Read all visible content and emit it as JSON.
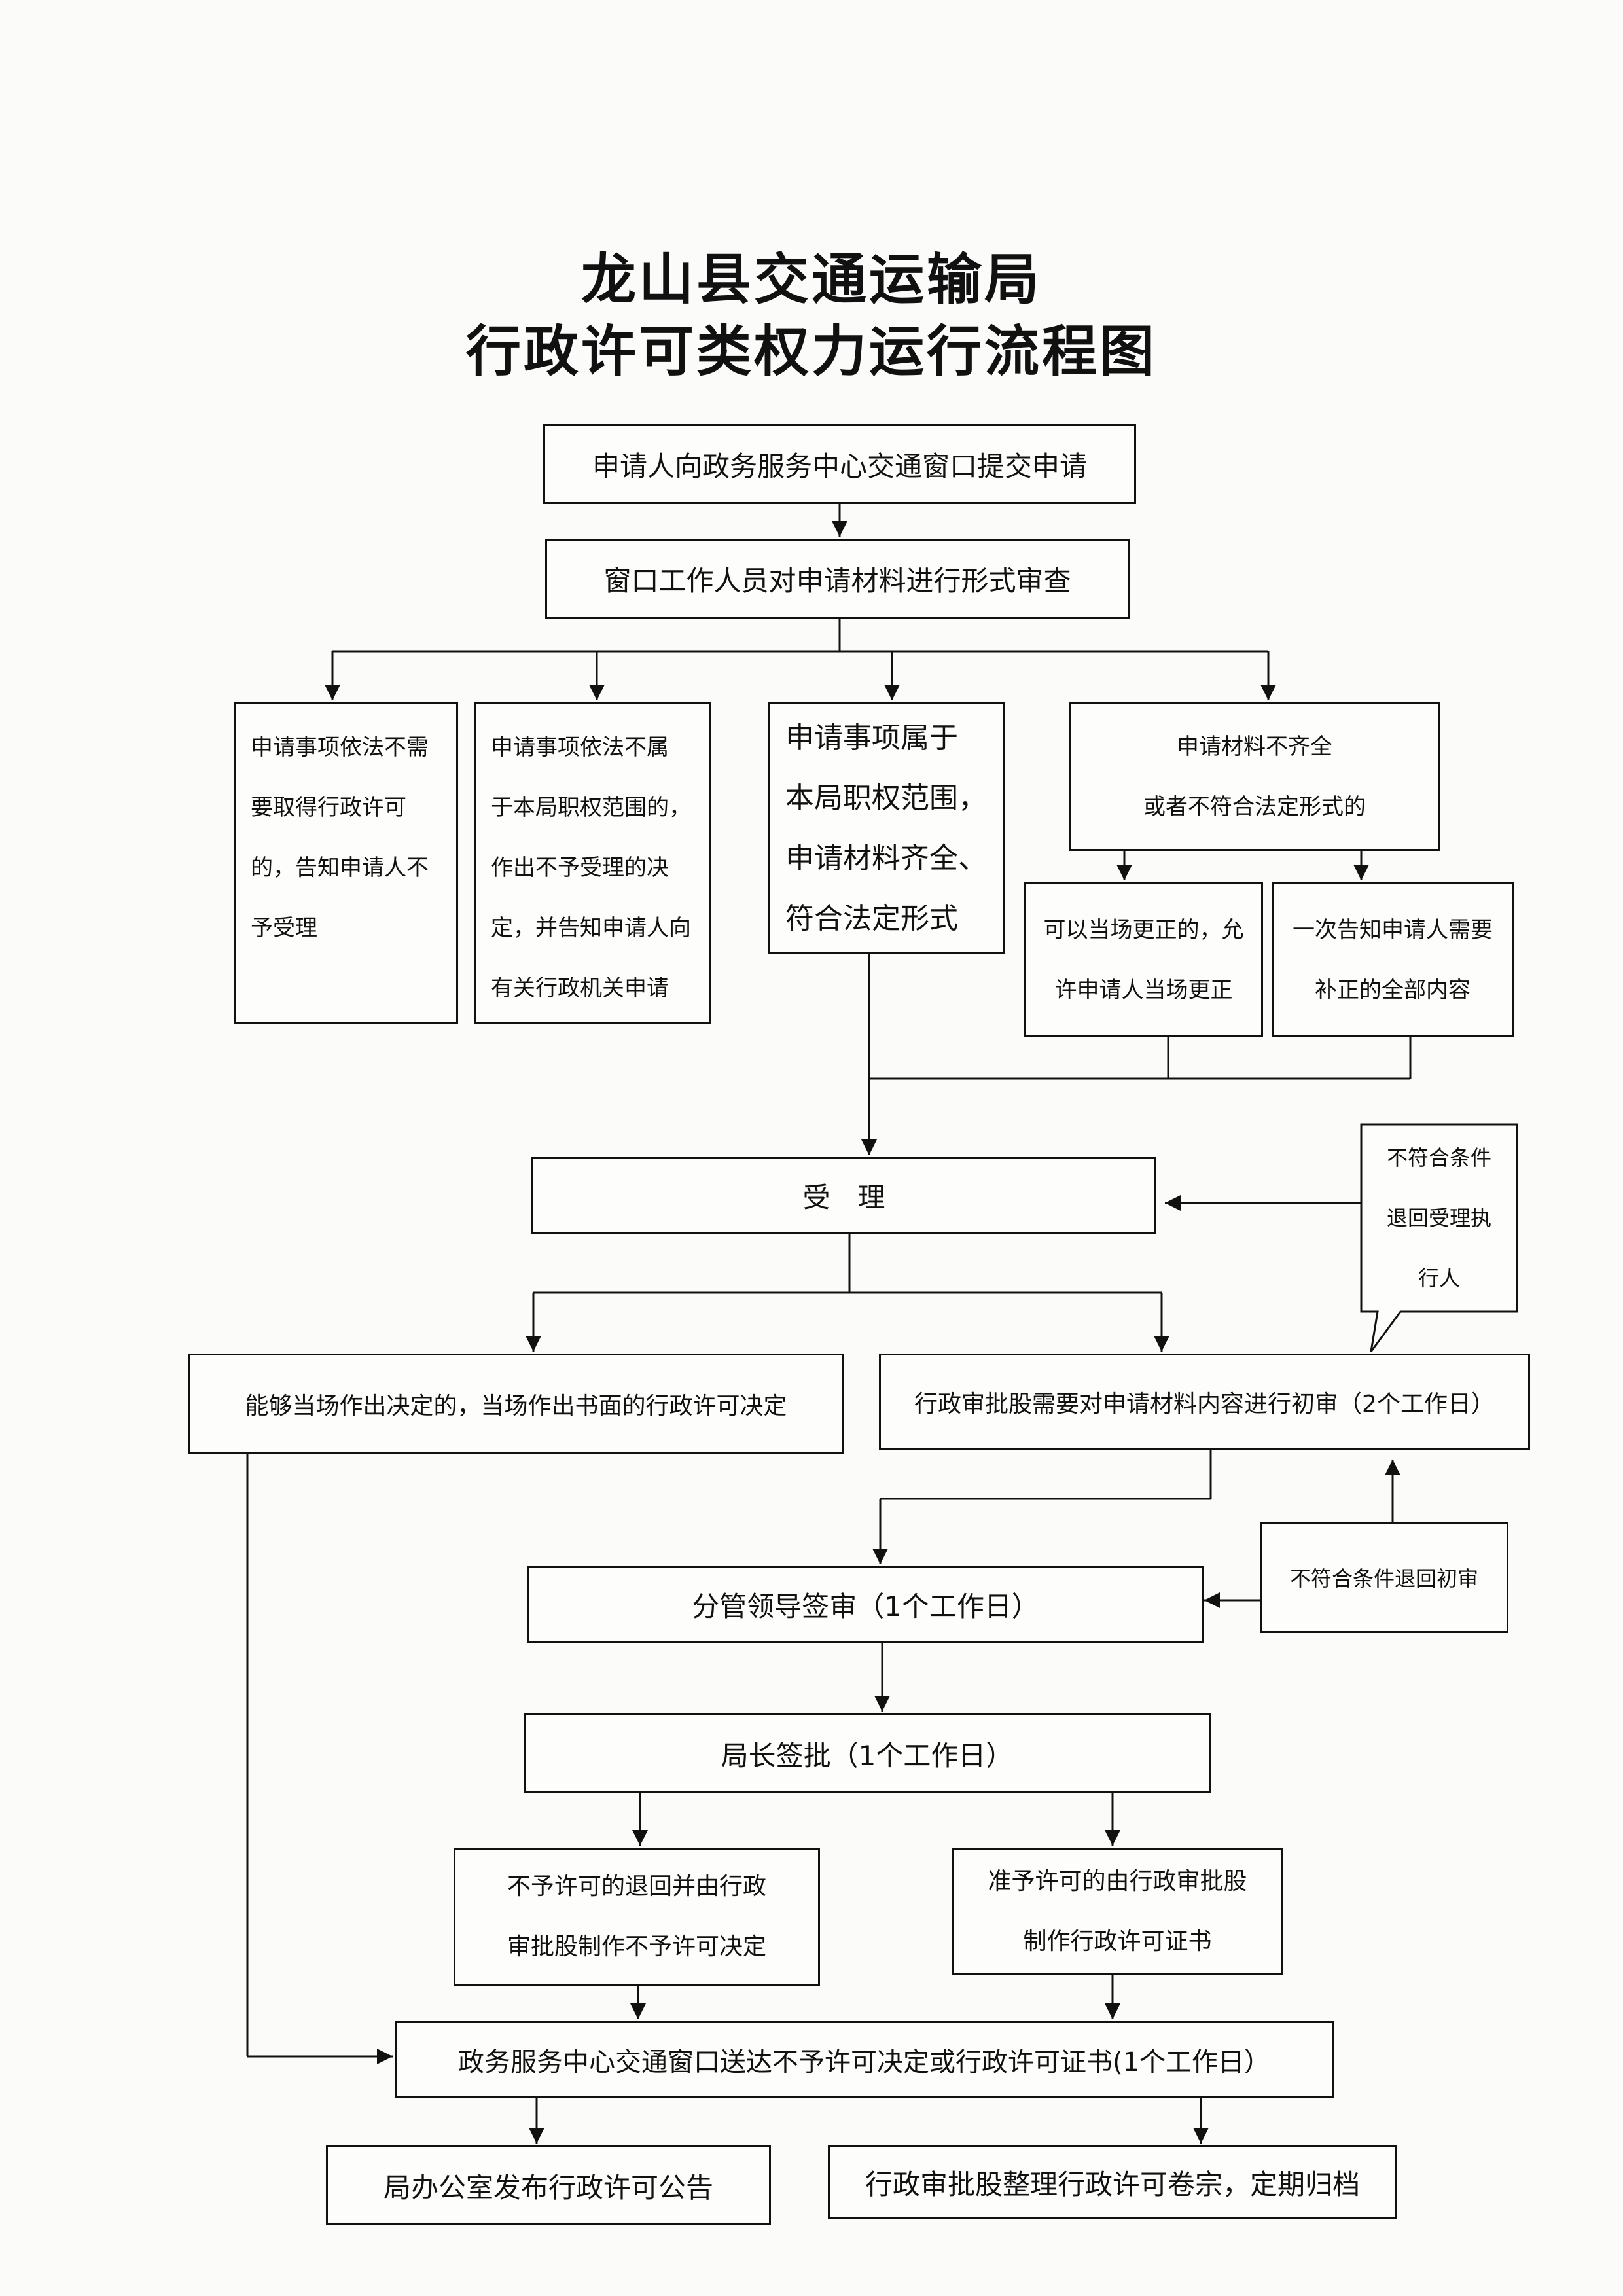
{
  "title": {
    "line1": "龙山县交通运输局",
    "line2": "行政许可类权力运行流程图"
  },
  "steps": {
    "submit": "申请人向政务服务中心交通窗口提交申请",
    "review": "窗口工作人员对申请材料进行形式审查",
    "branch_no_permit": "申请事项依法不需\n要取得行政许可\n的，告知申请人不\n予受理",
    "branch_not_scope": "申请事项依法不属\n于本局职权范围的，\n作出不予受理的决\n定，并告知申请人向\n有关行政机关申请",
    "branch_in_scope": "申请事项属于\n本局职权范围，\n申请材料齐全、\n符合法定形式",
    "branch_incomplete": "申请材料不齐全\n或者不符合法定形式的",
    "correct_onsite": "可以当场更正的，允\n许申请人当场更正",
    "notify_supplement": "一次告知申请人需要\n补正的全部内容",
    "accept": "受　理",
    "reject_accept": "不符合条件\n退回受理执\n行人",
    "onsite_decision": "能够当场作出决定的，当场作出书面的行政许可决定",
    "initial_review": "行政审批股需要对申请材料内容进行初审（2个工作日）",
    "reject_initial": "不符合条件退回初审",
    "leader_sign": "分管领导签审（1个工作日）",
    "director_sign": "局长签批（1个工作日）",
    "deny": "不予许可的退回并由行政\n审批股制作不予许可决定",
    "grant": "准予许可的由行政审批股\n制作行政许可证书",
    "deliver": "政务服务中心交通窗口送达不予许可决定或行政许可证书(1个工作日）",
    "publish": "局办公室发布行政许可公告",
    "archive": "行政审批股整理行政许可卷宗，定期归档"
  }
}
